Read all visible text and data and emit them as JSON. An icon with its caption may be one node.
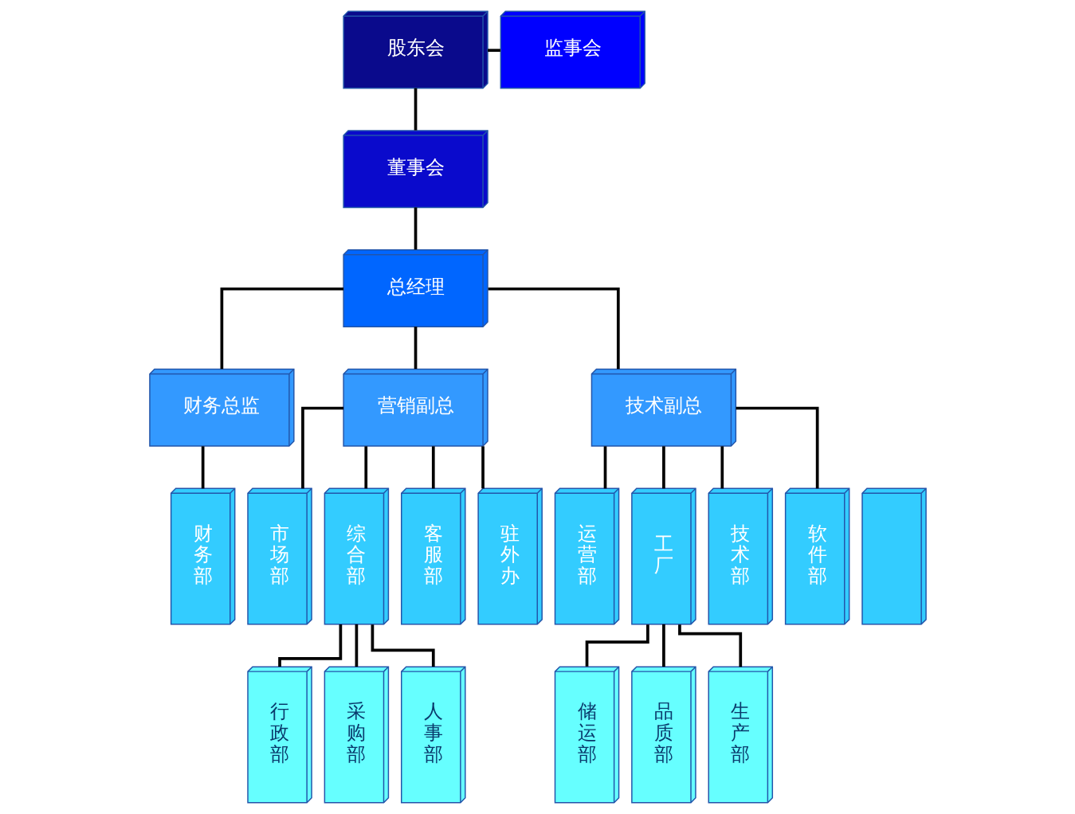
{
  "diagram": {
    "nodes": [
      {
        "text": [
          "股东会"
        ]
      },
      {
        "text": [
          "监事会"
        ]
      },
      {
        "text": [
          "董事会"
        ]
      },
      {
        "text": [
          "总经理"
        ]
      },
      {
        "text": [
          "财务总监"
        ]
      },
      {
        "text": [
          "营销副总"
        ]
      },
      {
        "text": [
          "技术副总"
        ]
      },
      {
        "text": [
          "财务部"
        ]
      },
      {
        "text": [
          "市场部"
        ]
      },
      {
        "text": [
          "综合部"
        ]
      },
      {
        "text": [
          "客服部"
        ]
      },
      {
        "text": [
          "驻外办"
        ]
      },
      {
        "text": [
          "运营部"
        ]
      },
      {
        "text": [
          "工厂"
        ]
      },
      {
        "text": [
          "技术部"
        ]
      },
      {
        "text": [
          "软件部"
        ]
      },
      {
        "text": [],
        "shape": "box"
      },
      {
        "text": [
          "行政部"
        ]
      },
      {
        "text": [
          "采购部"
        ]
      },
      {
        "text": [
          "人事部"
        ]
      },
      {
        "text": [
          "储运部"
        ]
      },
      {
        "text": [
          "品质部"
        ]
      },
      {
        "text": [
          "生产部"
        ]
      }
    ],
    "edges": [
      {
        "from": 0,
        "to": 2,
        "arrow": "none"
      },
      {
        "from": 0,
        "to": 1,
        "arrow": "none"
      },
      {
        "from": 2,
        "to": 3,
        "arrow": "none"
      },
      {
        "from": 3,
        "to": 4,
        "arrow": "none"
      },
      {
        "from": 3,
        "to": 5,
        "arrow": "none"
      },
      {
        "from": 3,
        "to": 6,
        "arrow": "none"
      },
      {
        "from": 4,
        "to": 7,
        "arrow": "none"
      },
      {
        "from": 5,
        "to": 8,
        "arrow": "none"
      },
      {
        "from": 5,
        "to": 9,
        "arrow": "none"
      },
      {
        "from": 5,
        "to": 10,
        "arrow": "none"
      },
      {
        "from": 5,
        "to": 11,
        "arrow": "none"
      },
      {
        "from": 6,
        "to": 12,
        "arrow": "none"
      },
      {
        "from": 6,
        "to": 13,
        "arrow": "none"
      },
      {
        "from": 6,
        "to": 14,
        "arrow": "none"
      },
      {
        "from": 6,
        "to": 15,
        "arrow": "none"
      },
      {
        "from": 9,
        "to": 17,
        "arrow": "none"
      },
      {
        "from": 9,
        "to": 18,
        "arrow": "none"
      },
      {
        "from": 9,
        "to": 19,
        "arrow": "none"
      },
      {
        "from": 13,
        "to": 20,
        "arrow": "none"
      },
      {
        "from": 13,
        "to": 21,
        "arrow": "none"
      },
      {
        "from": 13,
        "to": 22,
        "arrow": "none"
      }
    ]
  }
}
